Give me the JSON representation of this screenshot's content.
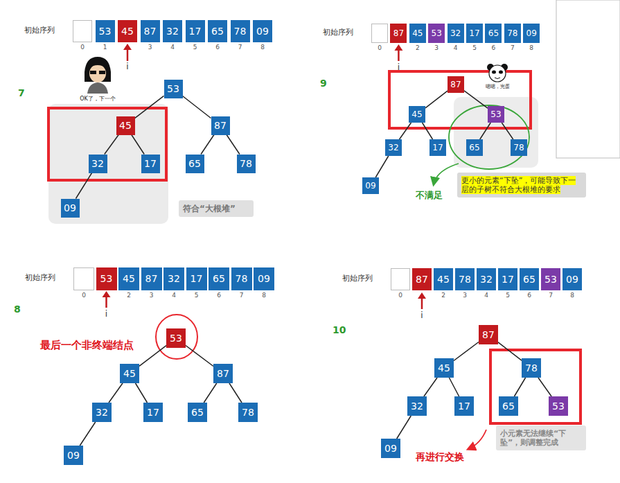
{
  "diagram": {
    "nodes": [
      {
        "text": [
          "53"
        ]
      },
      {
        "text": [
          "45"
        ]
      },
      {
        "text": [
          "87"
        ]
      },
      {
        "text": [
          "32"
        ]
      },
      {
        "text": [
          "17"
        ]
      },
      {
        "text": [
          "65"
        ]
      },
      {
        "text": [
          "78"
        ]
      },
      {
        "text": [
          "09"
        ]
      },
      {
        "text": [
          "53"
        ]
      },
      {
        "text": [
          "45"
        ]
      },
      {
        "text": [
          "87"
        ]
      },
      {
        "text": [
          "32"
        ]
      },
      {
        "text": [
          "17"
        ]
      },
      {
        "text": [
          "65"
        ]
      },
      {
        "text": [
          "78"
        ]
      },
      {
        "text": [
          "09"
        ]
      },
      {
        "text": [
          "符合“大根堆”"
        ]
      },
      {
        "text": [
          "87"
        ]
      },
      {
        "text": [
          "45"
        ]
      },
      {
        "text": [
          "53"
        ]
      },
      {
        "text": [
          "32"
        ]
      },
      {
        "text": [
          "17"
        ]
      },
      {
        "text": [
          "65"
        ]
      },
      {
        "text": [
          "78"
        ]
      },
      {
        "text": [
          "09"
        ]
      },
      {
        "text": [
          "87"
        ]
      },
      {
        "text": [
          "45"
        ]
      },
      {
        "text": [
          "53"
        ]
      },
      {
        "text": [
          "32"
        ]
      },
      {
        "text": [
          "17"
        ]
      },
      {
        "text": [
          "65"
        ]
      },
      {
        "text": [
          "78"
        ]
      },
      {
        "text": [
          "09"
        ]
      },
      {
        "text": [
          "更小的元素“下坠”，可能导致下一层的子树不符合大根堆的要求"
        ]
      },
      {
        "text": [
          "53"
        ]
      },
      {
        "text": [
          "45"
        ]
      },
      {
        "text": [
          "87"
        ]
      },
      {
        "text": [
          "32"
        ]
      },
      {
        "text": [
          "17"
        ]
      },
      {
        "text": [
          "65"
        ]
      },
      {
        "text": [
          "78"
        ]
      },
      {
        "text": [
          "09"
        ]
      },
      {
        "text": [
          "53"
        ]
      },
      {
        "text": [
          "45"
        ]
      },
      {
        "text": [
          "87"
        ]
      },
      {
        "text": [
          "32"
        ]
      },
      {
        "text": [
          "17"
        ]
      },
      {
        "text": [
          "65"
        ]
      },
      {
        "text": [
          "78"
        ]
      },
      {
        "text": [
          "09"
        ]
      },
      {
        "text": [
          "87"
        ]
      },
      {
        "text": [
          "45"
        ]
      },
      {
        "text": [
          "78"
        ]
      },
      {
        "text": [
          "32"
        ]
      },
      {
        "text": [
          "17"
        ]
      },
      {
        "text": [
          "65"
        ]
      },
      {
        "text": [
          "53"
        ]
      },
      {
        "text": [
          "09"
        ]
      },
      {
        "text": [
          "87"
        ]
      },
      {
        "text": [
          "45"
        ]
      },
      {
        "text": [
          "78"
        ]
      },
      {
        "text": [
          "32"
        ]
      },
      {
        "text": [
          "17"
        ]
      },
      {
        "text": [
          "65"
        ]
      },
      {
        "text": [
          "53"
        ]
      },
      {
        "text": [
          "09"
        ]
      },
      {
        "text": [
          "小元素无法继续“下坠”，则调整完成"
        ]
      }
    ],
    "edges": [
      {
        "from": 8,
        "to": 9,
        "arrow": "none"
      },
      {
        "from": 8,
        "to": 10,
        "arrow": "none"
      },
      {
        "from": 9,
        "to": 11,
        "arrow": "none"
      },
      {
        "from": 9,
        "to": 12,
        "arrow": "none"
      },
      {
        "from": 10,
        "to": 13,
        "arrow": "none"
      },
      {
        "from": 10,
        "to": 14,
        "arrow": "none"
      },
      {
        "from": 11,
        "to": 15,
        "arrow": "none"
      },
      {
        "from": 25,
        "to": 26,
        "arrow": "none"
      },
      {
        "from": 25,
        "to": 27,
        "arrow": "none"
      },
      {
        "from": 26,
        "to": 28,
        "arrow": "none"
      },
      {
        "from": 26,
        "to": 29,
        "arrow": "none"
      },
      {
        "from": 27,
        "to": 30,
        "arrow": "none"
      },
      {
        "from": 27,
        "to": 31,
        "arrow": "none"
      },
      {
        "from": 28,
        "to": 32,
        "arrow": "none"
      },
      {
        "from": 42,
        "to": 43,
        "arrow": "none"
      },
      {
        "from": 42,
        "to": 44,
        "arrow": "none"
      },
      {
        "from": 43,
        "to": 45,
        "arrow": "none"
      },
      {
        "from": 43,
        "to": 46,
        "arrow": "none"
      },
      {
        "from": 44,
        "to": 47,
        "arrow": "none"
      },
      {
        "from": 44,
        "to": 48,
        "arrow": "none"
      },
      {
        "from": 45,
        "to": 49,
        "arrow": "none"
      },
      {
        "from": 58,
        "to": 59,
        "arrow": "none"
      },
      {
        "from": 58,
        "to": 60,
        "arrow": "none"
      },
      {
        "from": 59,
        "to": 61,
        "arrow": "none"
      },
      {
        "from": 59,
        "to": 62,
        "arrow": "none"
      },
      {
        "from": 60,
        "to": 63,
        "arrow": "none"
      },
      {
        "from": 60,
        "to": 64,
        "arrow": "none"
      },
      {
        "from": 61,
        "to": 65,
        "arrow": "none"
      }
    ],
    "labels": [
      "初始序列",
      "0",
      "1",
      "3",
      "4",
      "5",
      "6",
      "7",
      "8",
      "i",
      "7",
      "OK了，下一个",
      "初始序列",
      "0",
      "2",
      "3",
      "4",
      "5",
      "6",
      "7",
      "8",
      "i",
      "9",
      "嗯嗯，完蛋",
      "不满足",
      "初始序列",
      "0",
      "2",
      "3",
      "4",
      "5",
      "6",
      "7",
      "8",
      "i",
      "8",
      "最后一个非终端结点",
      "初始序列",
      "0",
      "2",
      "3",
      "4",
      "5",
      "6",
      "7",
      "8",
      "i",
      "10",
      "再进行交换"
    ]
  }
}
